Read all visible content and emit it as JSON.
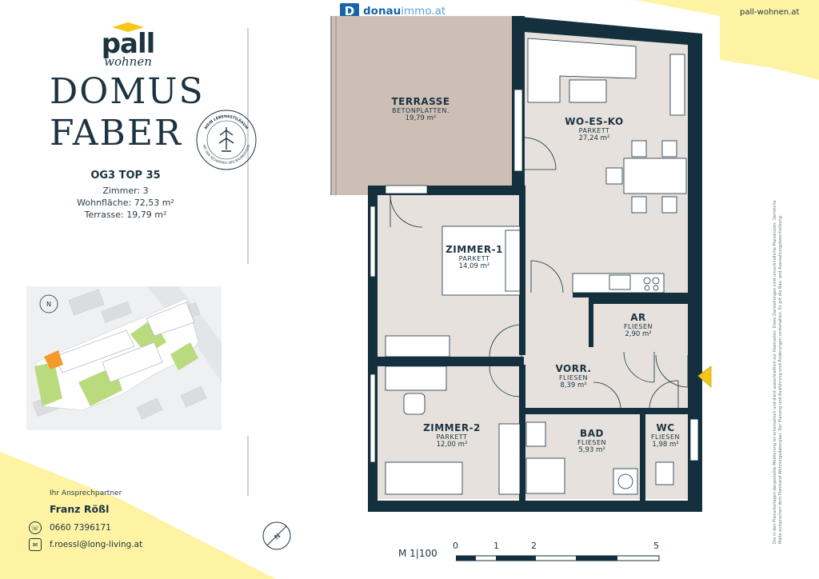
{
  "brand": {
    "name": "pall",
    "sub": "wohnen",
    "url": "pall-wohnen.at"
  },
  "project": {
    "title_line1": "DOMUS",
    "title_line2": "FABER",
    "seal_top": "MEIN LEBENSSTILRAUM",
    "seal_bottom": "MIT DER SICHERHEIT DES BAUMEISTERS"
  },
  "unit": {
    "code": "OG3 TOP 35",
    "rooms": "Zimmer: 3",
    "living_area": "Wohnfläche: 72,53 m²",
    "terrace": "Terrasse: 19,79 m²"
  },
  "agent": {
    "brand_name": "donauimmo.at",
    "brand_name_a": "donau",
    "brand_name_b": "immo.at",
    "brand_mark": "D"
  },
  "contact": {
    "heading": "Ihr Ansprechpartner",
    "name": "Franz Rößl",
    "phone": "0660 7396171",
    "email": "f.roessl@long-living.at"
  },
  "rooms": [
    {
      "name": "TERRASSE",
      "floor": "BETONPLATTEN.",
      "area": "19,79 m²"
    },
    {
      "name": "WO-ES-KO",
      "floor": "PARKETT",
      "area": "27,24 m²"
    },
    {
      "name": "ZIMMER-1",
      "floor": "PARKETT",
      "area": "14,09 m²"
    },
    {
      "name": "AR",
      "floor": "FLIESEN",
      "area": "2,90 m²"
    },
    {
      "name": "VORR.",
      "floor": "FLIESEN",
      "area": "8,39 m²"
    },
    {
      "name": "ZIMMER-2",
      "floor": "PARKETT",
      "area": "12,00 m²"
    },
    {
      "name": "BAD",
      "floor": "FLIESEN",
      "area": "5,93 m²"
    },
    {
      "name": "WC",
      "floor": "FLIESEN",
      "area": "1,98 m²"
    }
  ],
  "scale": {
    "label": "M 1|100",
    "ticks": [
      "0",
      "1",
      "2",
      "5"
    ]
  },
  "site_plan": {
    "north_label": "N"
  },
  "compass_label": "N",
  "disclaimer": "Die in den Planunterlagen dargestellte Möblierung ist schematisch und dient ausschließlich zur Illustration. Diese Darstellungen sind unverbindliche Planskizzen. Sämtliche Maße entsprechen dem Planstand Wohnungsdatenplan. Der Planung und Ausführung sind Änderungen vorbehalten. Es gilt die Bau- und Ausstattungsbeschreibung.",
  "colors": {
    "wall": "#14303e",
    "floor": "#e6e1dc",
    "terrace": "#cdbfb5",
    "accent_yellow": "#fdf3a3",
    "entry_marker": "#f5c518"
  }
}
